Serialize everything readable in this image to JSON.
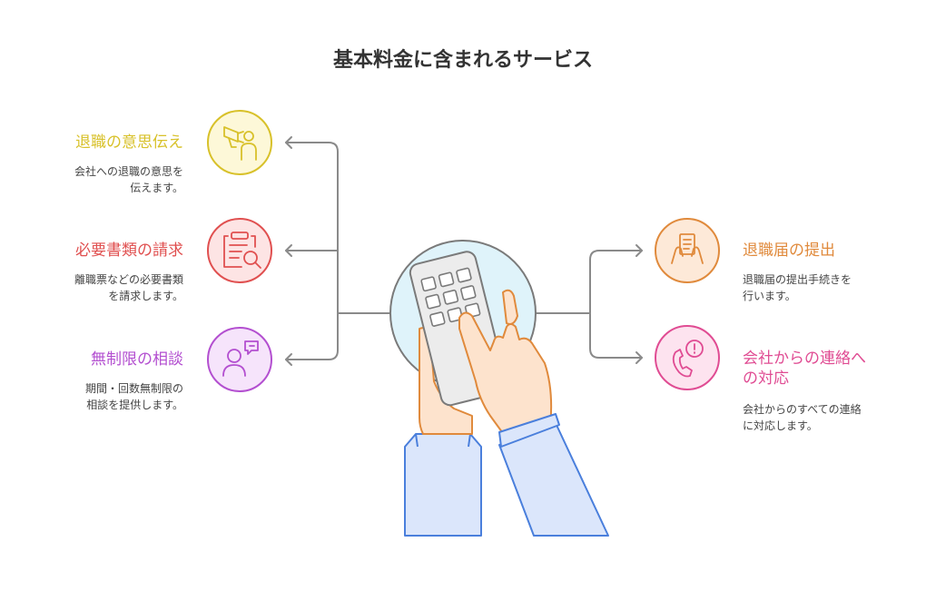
{
  "title": "基本料金に含まれるサービス",
  "colors": {
    "connector": "#8a8a8a",
    "yellow": "#d8c12a",
    "red": "#e05050",
    "purple": "#b34fd0",
    "orange": "#e08a3c",
    "pink": "#e04c93",
    "sleeve_fill": "#dbe6fb",
    "sleeve_stroke": "#4a7fdc",
    "skin_fill": "#fde3cd",
    "skin_stroke": "#e08a3c",
    "phone_fill": "#ececec",
    "phone_stroke": "#7a7a7a",
    "halo": "#dff3fa"
  },
  "items": {
    "notice": {
      "heading": "退職の意思伝え",
      "desc1": "会社への退職の意思を",
      "desc2": "伝えます。",
      "icon": "megaphone-person-icon"
    },
    "documents": {
      "heading": "必要書類の請求",
      "desc1": "離職票などの必要書類",
      "desc2": "を請求します。",
      "icon": "clipboard-search-icon"
    },
    "consult": {
      "heading": "無制限の相談",
      "desc1": "期間・回数無制限の",
      "desc2": "相談を提供します。",
      "icon": "person-chat-icon"
    },
    "resignation": {
      "heading": "退職届の提出",
      "desc1": "退職届の提出手続きを",
      "desc2": "行います。",
      "icon": "hands-document-icon"
    },
    "contact": {
      "heading1": "会社からの連絡へ",
      "heading2": "の対応",
      "desc1": "会社からのすべての連絡",
      "desc2": "に対応します。",
      "icon": "phone-alert-icon"
    }
  }
}
